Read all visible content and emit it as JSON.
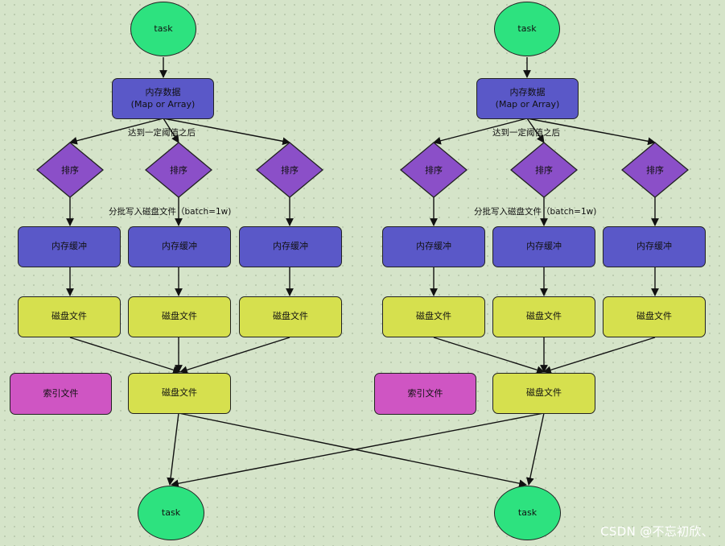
{
  "diagram": {
    "left": {
      "top_task": "task",
      "memory_data": "内存数据\n(Map or Array)",
      "threshold_label": "达到一定阈值之后",
      "sort_labels": [
        "排序",
        "排序",
        "排序"
      ],
      "batch_label": "分批写入磁盘文件（batch=1w)",
      "buffer_labels": [
        "内存缓冲",
        "内存缓冲",
        "内存缓冲"
      ],
      "disk_labels": [
        "磁盘文件",
        "磁盘文件",
        "磁盘文件"
      ],
      "index_file": "索引文件",
      "merged_disk": "磁盘文件",
      "bottom_task": "task"
    },
    "right": {
      "top_task": "task",
      "memory_data": "内存数据\n(Map or Array)",
      "threshold_label": "达到一定阈值之后",
      "sort_labels": [
        "排序",
        "排序",
        "排序"
      ],
      "batch_label": "分批写入磁盘文件（batch=1w)",
      "buffer_labels": [
        "内存缓冲",
        "内存缓冲",
        "内存缓冲"
      ],
      "disk_labels": [
        "磁盘文件",
        "磁盘文件",
        "磁盘文件"
      ],
      "index_file": "索引文件",
      "merged_disk": "磁盘文件",
      "bottom_task": "task"
    },
    "watermark": "CSDN @不忘初欣、",
    "colors": {
      "task": "#2de27f",
      "memory": "#5a58c8",
      "sort": "#8b4fc8",
      "disk": "#d6e04e",
      "index": "#cf55c3",
      "background": "#d5e4c9"
    }
  }
}
